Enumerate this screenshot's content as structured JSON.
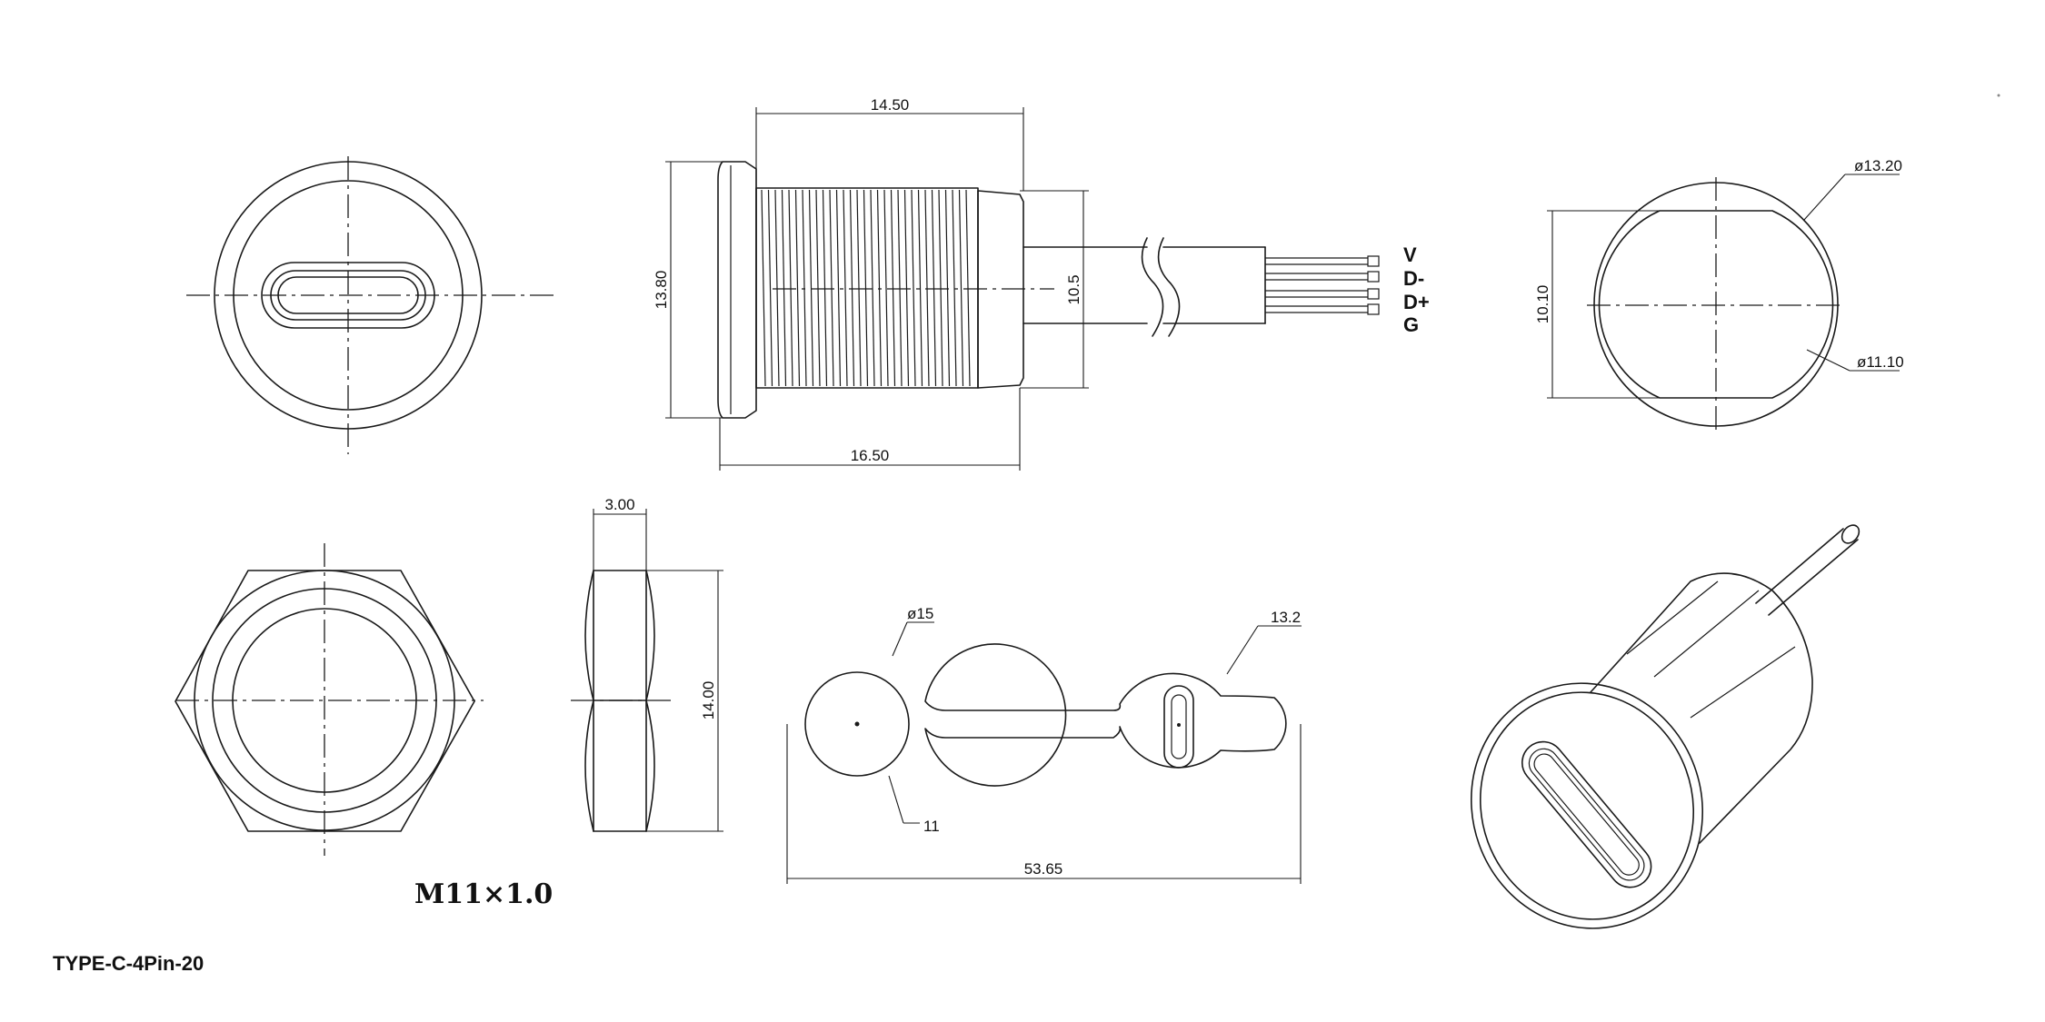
{
  "title": "TYPE-C-4Pin-20",
  "dimensions": {
    "side_length_top": "14.50",
    "side_height_flange": "13.80",
    "side_height_body": "10.5",
    "side_length_bottom": "16.50",
    "dia_outer": "ø13.20",
    "flat_width": "10.10",
    "dia_inner": "ø11.10",
    "nut_thickness": "3.00",
    "nut_height": "14.00",
    "cap_dia": "ø15",
    "cap_tail": "13.2",
    "cap_inner": "11",
    "cap_length": "53.65"
  },
  "pins": [
    "V",
    "D-",
    "D+",
    "G"
  ],
  "thread_label": "M11×1.0"
}
